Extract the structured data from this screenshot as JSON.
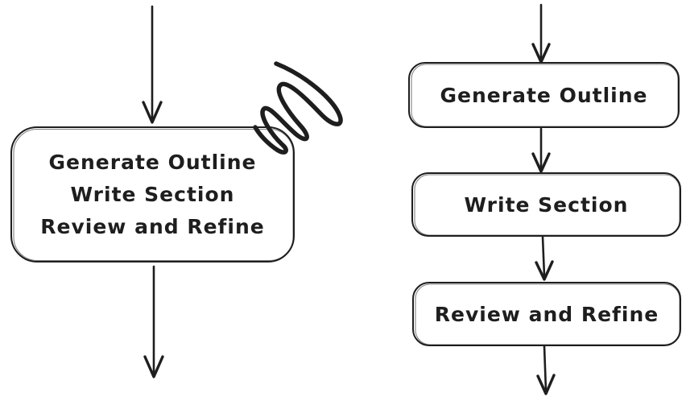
{
  "canvas": {
    "background": "#ffffff",
    "stroke_color": "#1e1e1e",
    "style": "hand-drawn flowchart"
  },
  "left_flow": {
    "combined_box": {
      "lines": [
        "Generate Outline",
        "Write Section",
        "Review and Refine"
      ]
    },
    "scribble_icon": "scratch-out-scribble"
  },
  "right_flow": {
    "boxes": [
      {
        "label": "Generate Outline"
      },
      {
        "label": "Write Section"
      },
      {
        "label": "Review and Refine"
      }
    ]
  }
}
